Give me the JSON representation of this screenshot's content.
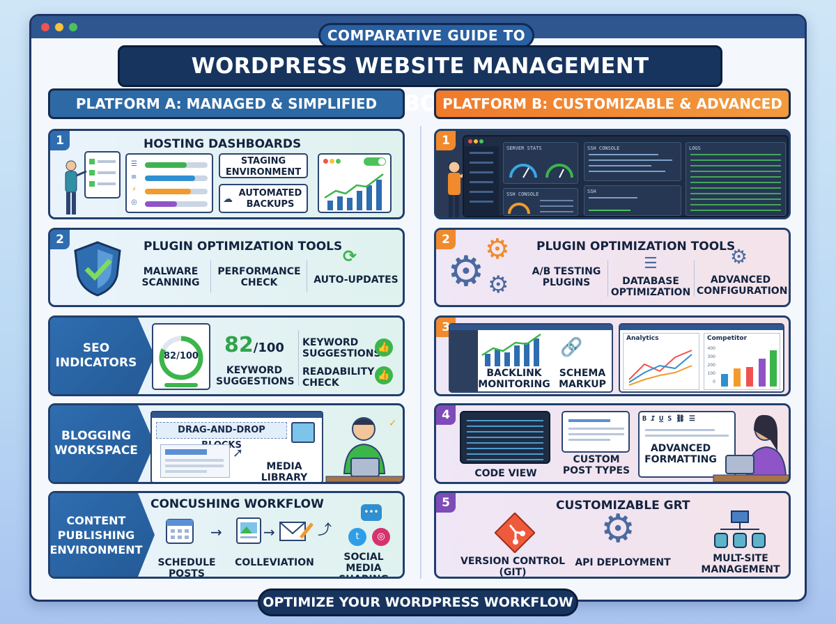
{
  "header": {
    "subtitle": "COMPARATIVE GUIDE TO",
    "title": "WORDPRESS WEBSITE MANAGEMENT DASHBOARDS"
  },
  "platform_a": {
    "heading": "PLATFORM A: MANAGED & SIMPLIFIED",
    "hosting": {
      "number": "1",
      "title": "HOSTING DASHBOARDS",
      "staging": "STAGING ENVIRONMENT",
      "backups": "AUTOMATED BACKUPS"
    },
    "plugins": {
      "number": "2",
      "title": "PLUGIN OPTIMIZATION TOOLS",
      "malware": "MALWARE SCANNING",
      "performance": "PERFORMANCE CHECK",
      "autoupdates": "AUTO-UPDATES"
    },
    "seo": {
      "tag": "SEO INDICATORS",
      "gauge_label": "82/100",
      "score": "82",
      "score_denominator": "/100",
      "score_fraction": 0.82,
      "score_caption": "KEYWORD SUGGESTIONS",
      "keyword": "KEYWORD SUGGESTIONS",
      "readability": "READABILITY CHECK"
    },
    "blogging": {
      "tag": "BLOGGING WORKSPACE",
      "blocks": "DRAG-AND-DROP BLOCKS",
      "media": "MEDIA LIBRARY"
    },
    "publishing": {
      "tag": "CONTENT PUBLISHING ENVIRONMENT",
      "title": "CONCUSHING WORKFLOW",
      "schedule": "SCHEDULE POSTS",
      "colleviation": "COLLEVIATION",
      "social": "SOCIAL MEDIA SHARING"
    }
  },
  "platform_b": {
    "heading": "PLATFORM B: CUSTOMIZABLE & ADVANCED",
    "server": {
      "number": "1",
      "stats": "SERVER STATS",
      "console_a": "SSH CONSOLE",
      "console_b": "SSH CONSOLE",
      "ssh": "SSH",
      "logs": "LOGS"
    },
    "plugins": {
      "number": "2",
      "title": "PLUGIN OPTIMIZATION TOOLS",
      "ab": "A/B TESTING PLUGINS",
      "database": "DATABASE OPTIMIZATION",
      "advanced": "ADVANCED CONFIGURATION"
    },
    "seo": {
      "number": "3",
      "backlink": "BACKLINK MONITORING",
      "schema": "SCHEMA MARKUP",
      "analytics": "Analytics",
      "competitor": "Competitor",
      "competitor_ticks": [
        "400",
        "300",
        "200",
        "100",
        "0"
      ]
    },
    "editor": {
      "number": "4",
      "code": "CODE VIEW",
      "post_types": "CUSTOM POST TYPES",
      "formatting": "ADVANCED FORMATTING",
      "toolbar": [
        "B",
        "I",
        "U",
        "S"
      ]
    },
    "grt": {
      "number": "5",
      "title": "CUSTOMIZABLE GRT",
      "git": "VERSION CONTROL (GIT)",
      "api": "API DEPLOYMENT",
      "multisite": "MULT-SITE MANAGEMENT"
    }
  },
  "footer": "OPTIMIZE YOUR WORDPRESS WORKFLOW",
  "colors": {
    "navy": "#17345f",
    "blue": "#2e6db0",
    "orange": "#f08a2c",
    "purple": "#7e4bb8",
    "green": "#3cb54a"
  }
}
